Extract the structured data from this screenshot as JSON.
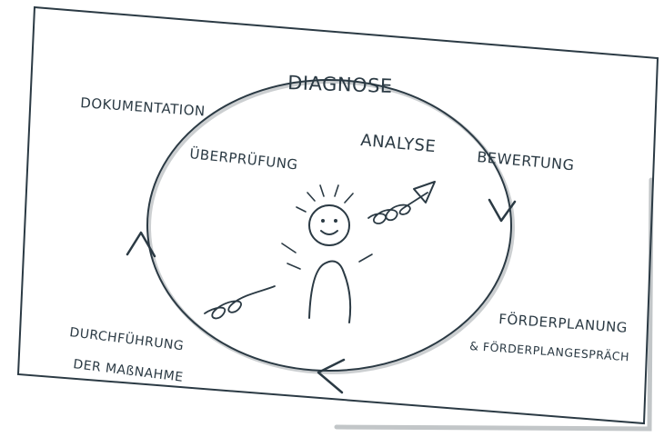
{
  "diagram": {
    "top": "DIAGNOSE",
    "left_top": "DOKUMENTATION",
    "inner_left": "ÜBERPRÜFUNG",
    "inner_right": "ANALYSE",
    "right_top": "BEWERTUNG",
    "right_bottom_1": "FÖRDERPLANUNG",
    "right_bottom_2": "& FÖRDERPLANGESPRÄCH",
    "left_bottom_1": "DURCHFÜHRUNG",
    "left_bottom_2": "DER MAßNAHME"
  },
  "colors": {
    "ink": "#2b3a44",
    "shadow": "#9aa0a4",
    "paper": "#ffffff"
  }
}
